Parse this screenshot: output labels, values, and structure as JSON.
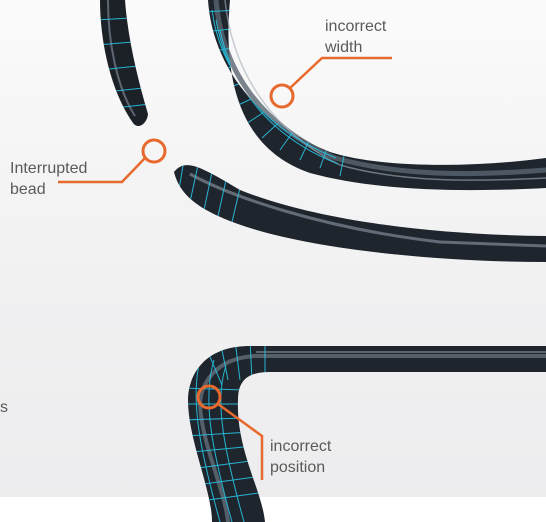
{
  "callouts": {
    "incorrect_width": [
      "incorrect",
      "width"
    ],
    "interrupted_bead": [
      "Interrupted",
      "bead"
    ],
    "incorrect_position": [
      "incorrect",
      "position"
    ]
  },
  "edge_glyph": "s",
  "colors": {
    "callout": "#e8692d",
    "bead_dark": "#1c2128",
    "bead_mid": "#3d4652",
    "bead_highlight": "#8b95a2",
    "scan_grid": "#27c6e6",
    "label_text": "#5a5a5a"
  }
}
